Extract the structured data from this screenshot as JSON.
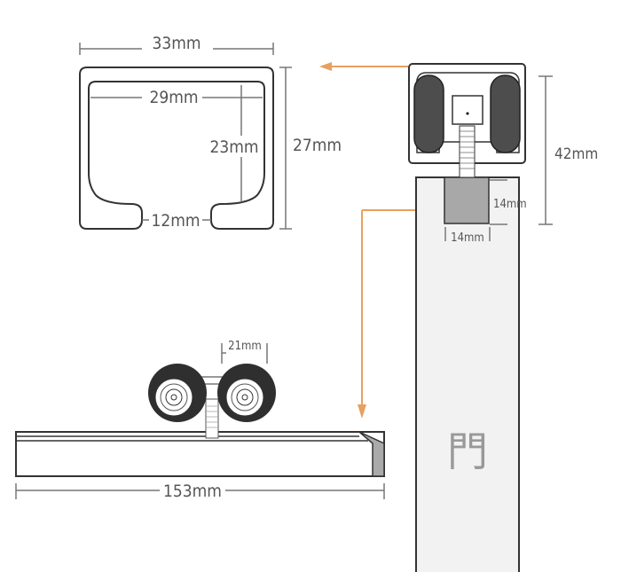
{
  "profile": {
    "width": "33mm",
    "inner_width": "29mm",
    "inner_height": "23mm",
    "height": "27mm",
    "slot": "12mm"
  },
  "hanger": {
    "total_height": "42mm",
    "block_height": "14mm",
    "block_width": "14mm"
  },
  "roller": {
    "wheel_spacing": "21mm"
  },
  "track": {
    "length": "153mm"
  },
  "door": {
    "label": "門"
  },
  "colors": {
    "arrow": "#e8a060",
    "wheel": "#333333",
    "block": "#a8a8a8",
    "door": "#f2f2f2"
  }
}
